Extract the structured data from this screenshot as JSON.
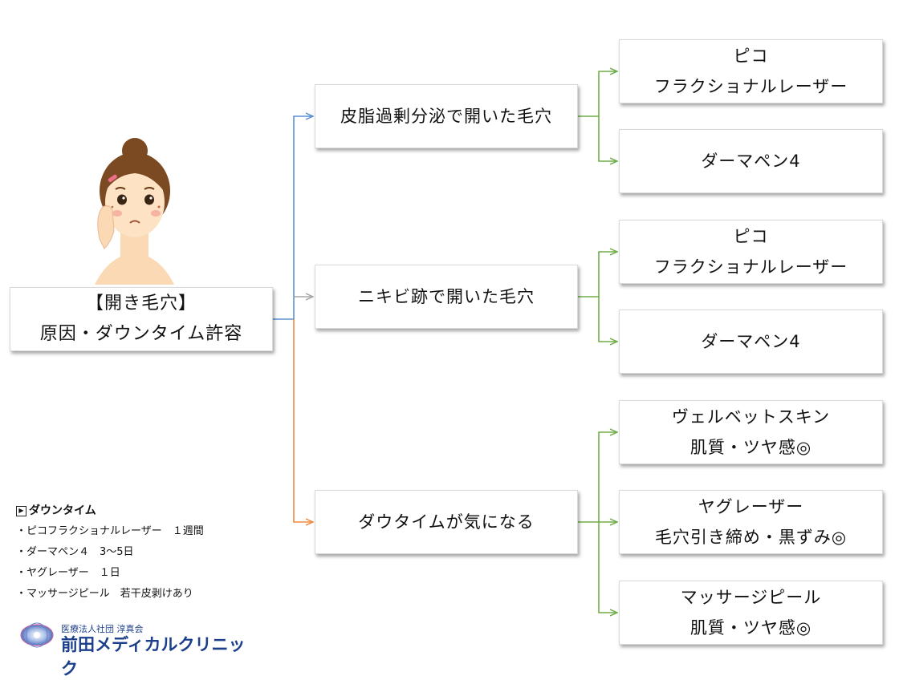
{
  "root": {
    "line1": "【開き毛穴】",
    "line2": "原因・ダウンタイム許容"
  },
  "branches": [
    {
      "label": "皮脂過剰分泌で開いた毛穴",
      "color": "#5b8fd3",
      "leaves": [
        {
          "line1": "ピコ",
          "line2": "フラクショナルレーザー"
        },
        {
          "line1": "ダーマペン4"
        }
      ]
    },
    {
      "label": "ニキビ跡で開いた毛穴",
      "color": "#a6a6a6",
      "leaves": [
        {
          "line1": "ピコ",
          "line2": "フラクショナルレーザー"
        },
        {
          "line1": "ダーマペン4"
        }
      ]
    },
    {
      "label": "ダウタイムが気になる",
      "color": "#f08a3c",
      "leaves": [
        {
          "line1": "ヴェルベットスキン",
          "line2": "肌質・ツヤ感◎"
        },
        {
          "line1": "ヤグレーザー",
          "line2": "毛穴引き締め・黒ずみ◎"
        },
        {
          "line1": "マッサージピール",
          "line2": "肌質・ツヤ感◎"
        }
      ]
    }
  ],
  "leaf_connector_color": "#70ad47",
  "illustration": "worried-woman-illustration",
  "downtime": {
    "icon": "play-icon",
    "title": "ダウンタイム",
    "items": [
      "・ピコフラクショナルレーザー　１週間",
      "・ダーマペン４　3～5日",
      "・ヤグレーザー　１日",
      "・マッサージピール　若干皮剥けあり"
    ]
  },
  "logo": {
    "icon": "clinic-logo-icon",
    "subtitle": "医療法人社団 淳真会",
    "name": "前田メディカルクリニック",
    "color": "#1c3f8c"
  }
}
